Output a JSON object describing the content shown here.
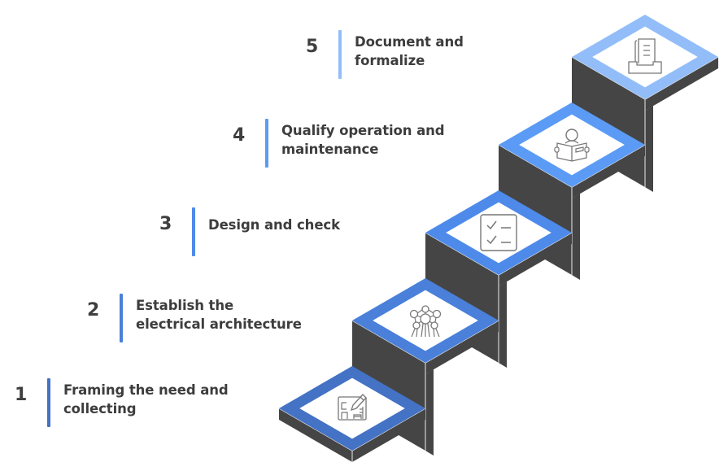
{
  "title": "Five-step staircase process",
  "colors": {
    "riser": "#454545",
    "top_fill": "#ffffff",
    "icon_stroke": "#777777",
    "number_text": "#3f3f3f",
    "label_text": "#3d3d3d"
  },
  "steps": [
    {
      "number": "1",
      "line1": "Framing the need and",
      "line2": "collecting",
      "icon": "blueprint-pencil-icon",
      "accent": "#4472C4"
    },
    {
      "number": "2",
      "line1": "Establish the",
      "line2": "electrical architecture",
      "icon": "network-structure-icon",
      "accent": "#4A80D9"
    },
    {
      "number": "3",
      "line1": "Design and check",
      "line2": "",
      "icon": "checklist-icon",
      "accent": "#4E8AEA"
    },
    {
      "number": "4",
      "line1": "Qualify operation and",
      "line2": "maintenance",
      "icon": "reading-person-icon",
      "accent": "#5B9BF5"
    },
    {
      "number": "5",
      "line1": "Document and",
      "line2": "formalize",
      "icon": "document-tray-icon",
      "accent": "#92BDF8"
    }
  ]
}
